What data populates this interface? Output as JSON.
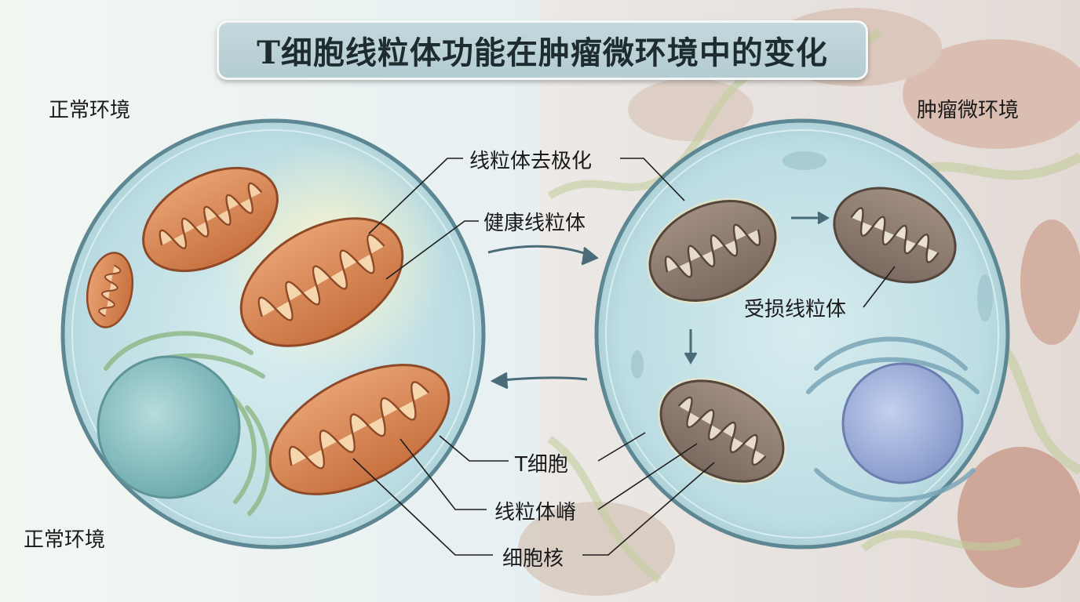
{
  "title": "T细胞线粒体功能在肿瘤微环境中的变化",
  "panels": {
    "left_top_label": "正常环境",
    "left_bottom_label": "正常环境",
    "right_top_label": "肿瘤微环境"
  },
  "callouts": {
    "depolarization": "线粒体去极化",
    "healthy_mito": "健康线粒体",
    "damaged_mito": "受损线粒体",
    "t_cell": "T细胞",
    "cristae": "线粒体嵴",
    "nucleus": "细胞核"
  },
  "colors": {
    "healthy_mito": "#d98a5a",
    "damaged_mito": "#8f7c70",
    "cell_fill": "#bcdde3",
    "cell_border": "#5d8793",
    "nucleus_left": "#8cc2c3",
    "nucleus_right": "#9fb0d8",
    "er_left": "#8fb98a",
    "er_right": "#7aa6b8"
  }
}
